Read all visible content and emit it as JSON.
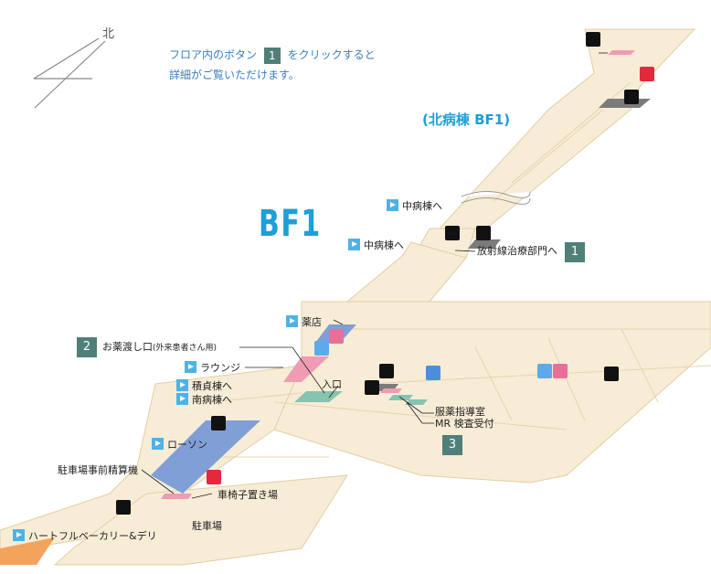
{
  "compass": {
    "label": "北"
  },
  "instructions": {
    "line1_a": "フロア内のボタン",
    "button": "1",
    "line1_b": "をクリックすると",
    "line2": "詳細がご覧いただけます。"
  },
  "titles": {
    "floor": "BF1",
    "building": "(北病棟 BF1)"
  },
  "labels": {
    "to_central_1": "中病棟へ",
    "to_central_2": "中病棟へ",
    "radiation": "放射線治療部門へ",
    "pharmacy": "薬店",
    "medicine_handover": "お薬渡し口",
    "medicine_handover_note": "(外来患者さん用)",
    "lounge": "ラウンジ",
    "sekitei": "積貞棟へ",
    "south": "南病棟へ",
    "entrance": "入口",
    "medication_guidance": "服薬指導室",
    "mr_reception": "MR 検査受付",
    "lawson": "ローソン",
    "parking_machine": "駐車場事前精算機",
    "wheelchair": "車椅子置き場",
    "parking": "駐車場",
    "bakery": "ハートフルベーカリー&デリ"
  },
  "buttons": {
    "b1": "1",
    "b2": "2",
    "b3": "3"
  },
  "colors": {
    "floor": "#f7ecd6",
    "floor_line": "#e3cda6",
    "accent": "#1e9fd8",
    "shop_blue": "#7f9fd6",
    "pink": "#f09bb4",
    "teal": "#86c3b0",
    "orange": "#f3a35c",
    "button": "#4f7f78"
  }
}
